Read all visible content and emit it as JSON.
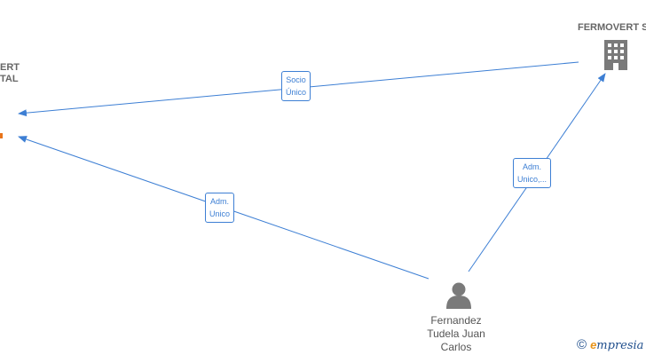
{
  "nodes": {
    "company_left": {
      "label_line1": "ERT",
      "label_line2": "TAL"
    },
    "company_right": {
      "label": "FERMOVERT S"
    },
    "person": {
      "line1": "Fernandez",
      "line2": "Tudela Juan",
      "line3": "Carlos",
      "icon": "person-icon"
    }
  },
  "edges": [
    {
      "line1": "Socio",
      "line2": "Único"
    },
    {
      "line1": "Adm.",
      "line2": "Unico"
    },
    {
      "line1": "Adm.",
      "line2": "Unico,..."
    }
  ],
  "watermark": {
    "copyright": "©",
    "brand_initial": "e",
    "brand_rest": "mpresia"
  },
  "colors": {
    "edge": "#3d7fd4",
    "icon": "#7a7a7a",
    "accent": "#e8941a"
  }
}
